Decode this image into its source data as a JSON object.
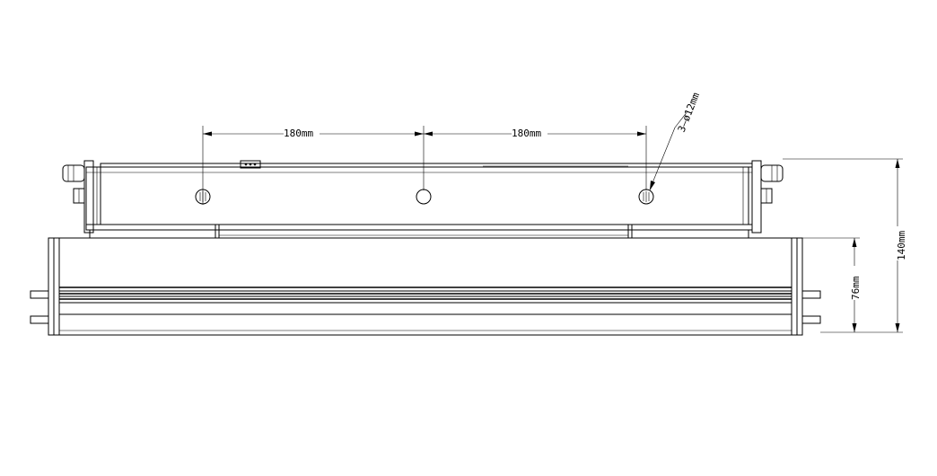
{
  "dimensions": {
    "left_spacing": "180mm",
    "right_spacing": "180mm",
    "hole_callout": "3—ø12mm",
    "total_height": "140mm",
    "body_height": "76mm"
  }
}
